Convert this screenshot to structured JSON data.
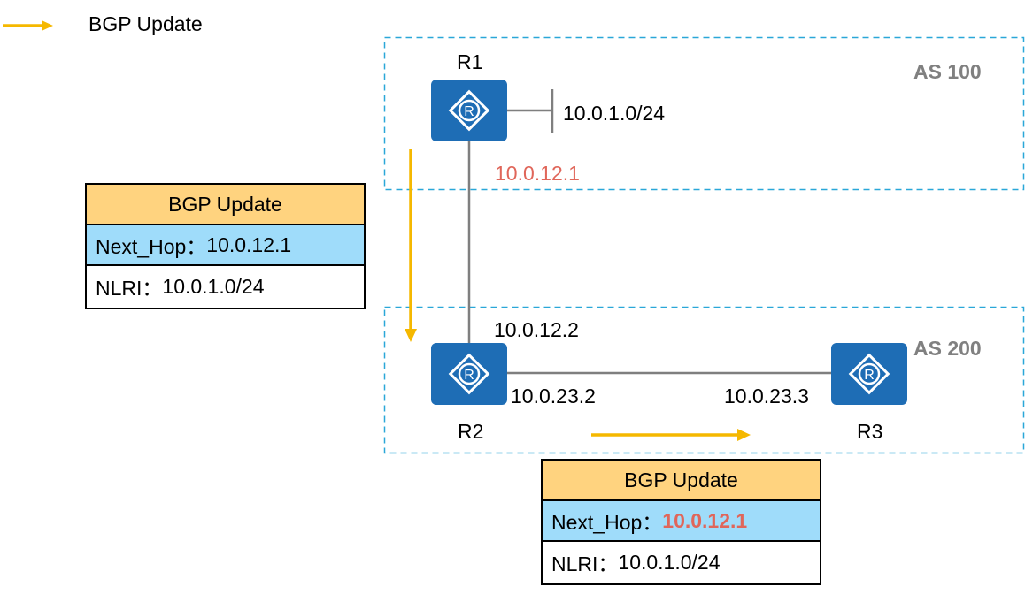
{
  "legend": {
    "label": "BGP Update"
  },
  "as100": {
    "label": "AS 100"
  },
  "as200": {
    "label": "AS 200"
  },
  "routers": {
    "r1": {
      "name": "R1"
    },
    "r2": {
      "name": "R2"
    },
    "r3": {
      "name": "R3"
    }
  },
  "addresses": {
    "r1_network": "10.0.1.0/24",
    "r1_r2_r1side": "10.0.12.1",
    "r1_r2_r2side": "10.0.12.2",
    "r2_r3_r2side": "10.0.23.2",
    "r2_r3_r3side": "10.0.23.3"
  },
  "update_r1_to_r2": {
    "header": "BGP Update",
    "next_hop_label": "Next_Hop：",
    "next_hop_value": "10.0.12.1",
    "nlri_label": "NLRI：",
    "nlri_value": "10.0.1.0/24"
  },
  "update_r2_to_r3": {
    "header": "BGP Update",
    "next_hop_label": "Next_Hop：",
    "next_hop_value": "10.0.12.1",
    "nlri_label": "NLRI：",
    "nlri_value": "10.0.1.0/24"
  },
  "colors": {
    "router": "#1e6db5",
    "arrow": "#f5b800",
    "as_border": "#2aa7d8",
    "highlight": "#e0665a",
    "header_fill": "#ffd37f",
    "next_hop_fill": "#9fdcfa"
  }
}
